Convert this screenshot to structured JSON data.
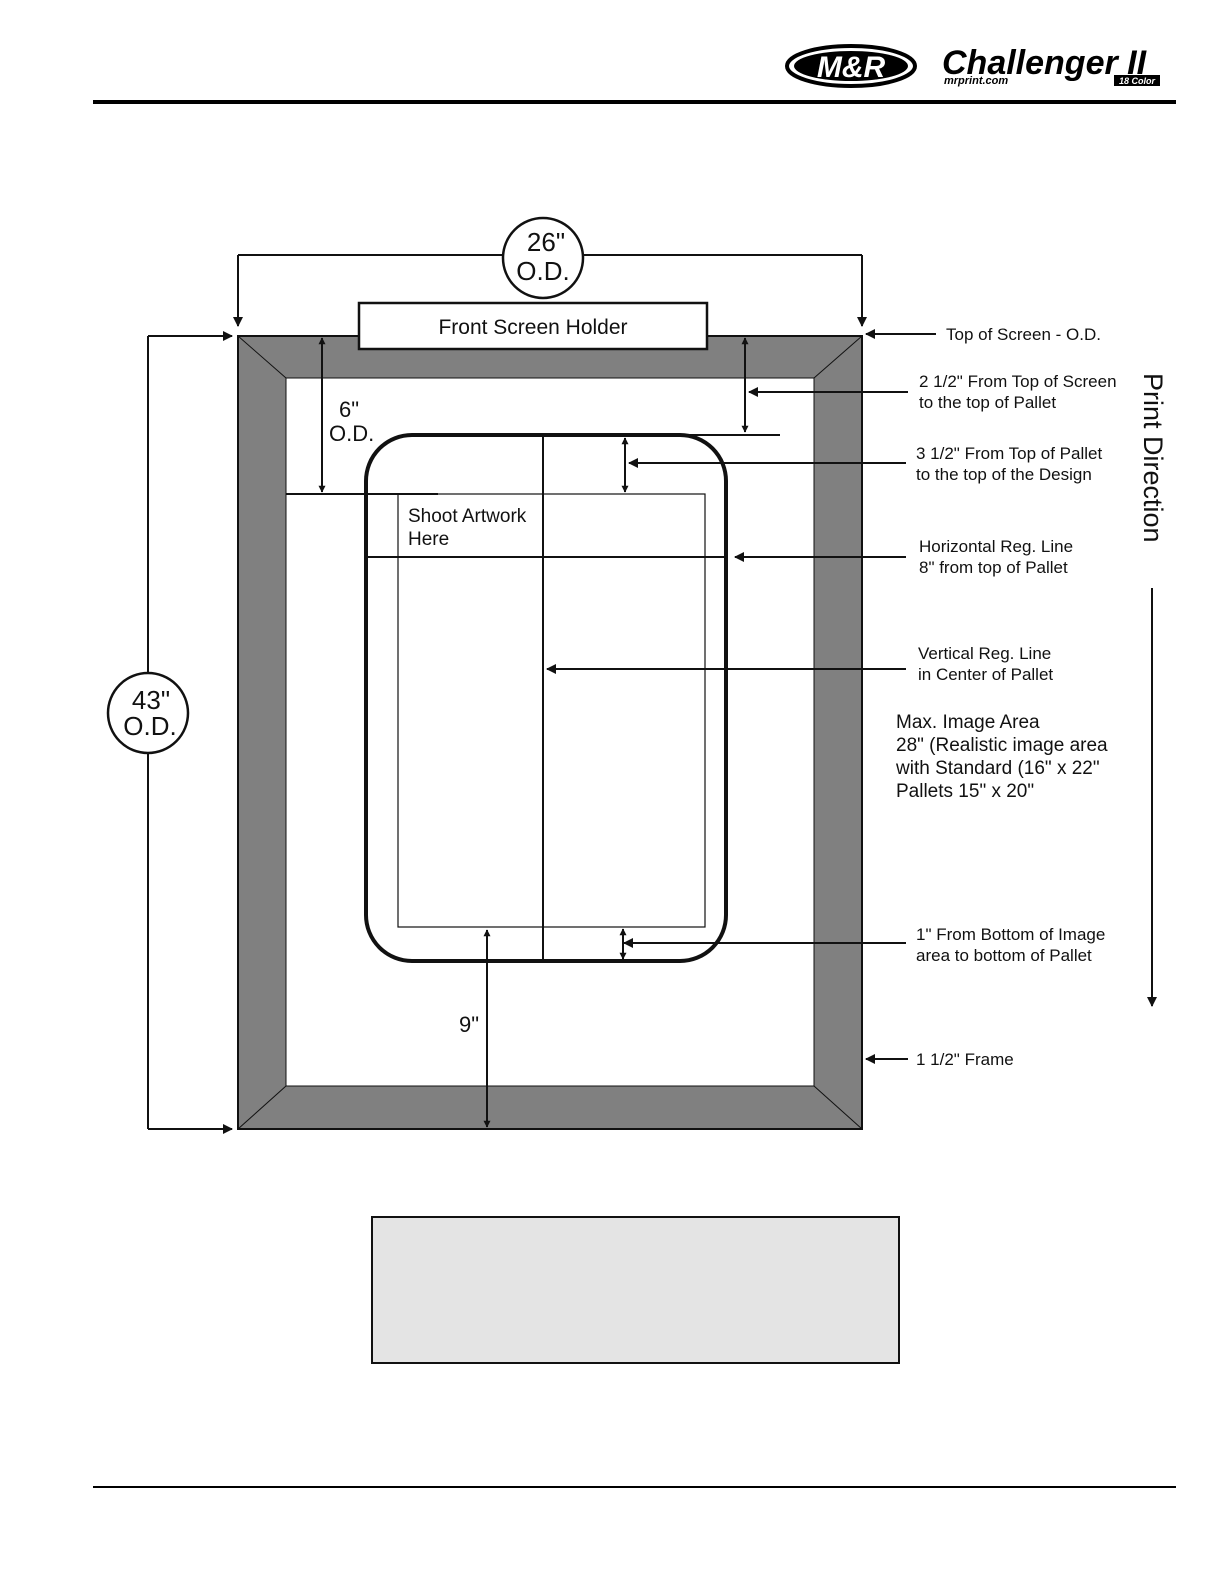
{
  "header": {
    "brand_logo": "M&R",
    "product_name": "Challenger II",
    "website": "mrprint.com",
    "badge": "18 Color"
  },
  "diagram": {
    "width_dim": {
      "value": "26\"",
      "unit": "O.D."
    },
    "height_dim": {
      "value": "43\"",
      "unit": "O.D."
    },
    "offset_dim": {
      "value": "6\"",
      "unit": "O.D."
    },
    "bottom_dim": "9\"",
    "front_screen_holder": "Front Screen Holder",
    "shoot_artwork": [
      "Shoot Artwork",
      "Here"
    ],
    "print_direction": "Print Direction",
    "annotations": {
      "top_of_screen": [
        "Top of Screen - O.D."
      ],
      "from_top_screen": [
        "2 1/2\" From Top of Screen",
        "to the top of Pallet"
      ],
      "from_top_pallet": [
        "3 1/2\" From Top of Pallet",
        "to the top of the Design"
      ],
      "horizontal_reg": [
        "Horizontal Reg. Line",
        "8\" from top of Pallet"
      ],
      "vertical_reg": [
        "Vertical Reg. Line",
        "in Center of Pallet"
      ],
      "max_image": [
        "Max. Image Area",
        "28\" (Realistic image area",
        "with Standard (16\" x 22\"",
        "Pallets 15\" x 20\""
      ],
      "bottom_image": [
        "1\" From Bottom of Image",
        "area to bottom of Pallet"
      ],
      "frame": [
        "1 1/2\" Frame"
      ]
    }
  },
  "colors": {
    "frame": "#808080",
    "note_box": "#e4e4e4",
    "ink": "#111111"
  }
}
